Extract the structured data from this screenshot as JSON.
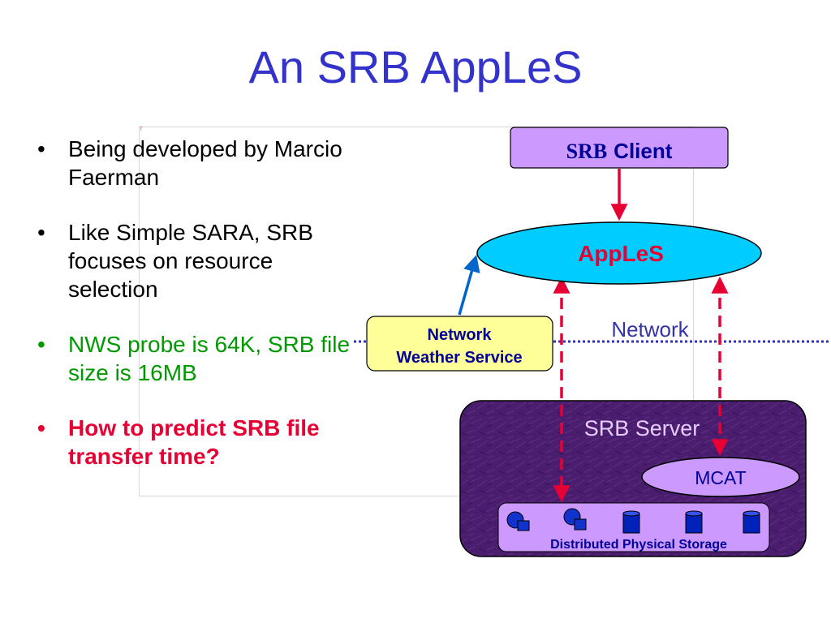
{
  "title": "An SRB AppLeS",
  "bullets": [
    {
      "text": "Being developed by Marcio Faerman",
      "color": "#000000"
    },
    {
      "text": "Like Simple SARA, SRB focuses on resource selection",
      "color": "#000000"
    },
    {
      "text": "NWS probe is 64K, SRB file size is 16MB",
      "color": "#009900"
    },
    {
      "text": "How to predict SRB file transfer time?",
      "color": "#e60033"
    }
  ],
  "diagram": {
    "client": {
      "prefix": "SRB",
      "suffix": "Client"
    },
    "apples": "AppLeS",
    "nws": {
      "line1": "Network",
      "line2": "Weather Service"
    },
    "network_label": "Network",
    "server": "SRB Server",
    "mcat": "MCAT",
    "storage": "Distributed Physical Storage",
    "colors": {
      "client_fill": "#cc99ff",
      "apples_fill": "#00ccff",
      "nws_fill": "#ffff99",
      "server_fill": "#4b1d6e",
      "arrow_red": "#e60033",
      "arrow_blue": "#0066cc",
      "network_line": "#3333aa",
      "text_navy": "#000099"
    }
  }
}
